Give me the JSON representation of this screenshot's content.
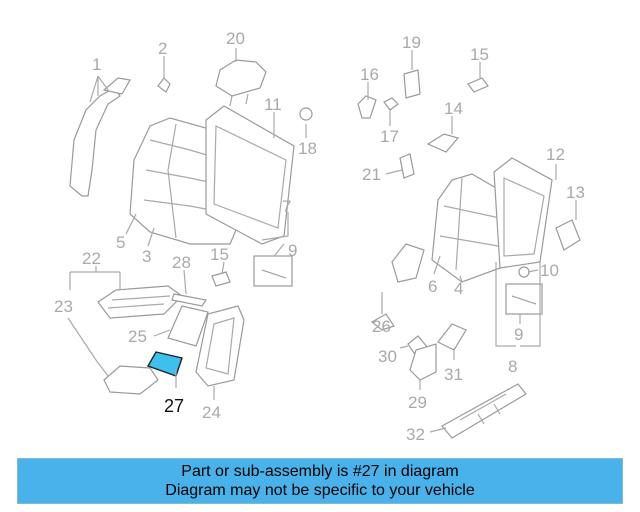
{
  "colors": {
    "banner": "#4ab2ea",
    "highlight_part": "#3ec0ef",
    "line_art": "#9a9a9a"
  },
  "callouts": {
    "c1": "1",
    "c2": "2",
    "c3": "3",
    "c4": "4",
    "c5": "5",
    "c6": "6",
    "c7": "7",
    "c8": "8",
    "c9a": "9",
    "c9b": "9",
    "c10": "10",
    "c11": "11",
    "c12": "12",
    "c13": "13",
    "c14": "14",
    "c15a": "15",
    "c15b": "15",
    "c16": "16",
    "c17": "17",
    "c18": "18",
    "c19": "19",
    "c20": "20",
    "c21": "21",
    "c22": "22",
    "c23": "23",
    "c24": "24",
    "c25": "25",
    "c26": "26",
    "c27": "27",
    "c28": "28",
    "c29": "29",
    "c30": "30",
    "c31": "31",
    "c32": "32"
  },
  "banner": {
    "line1": "Part or sub-assembly is #27 in diagram",
    "line2": "Diagram may not be specific to your vehicle"
  }
}
